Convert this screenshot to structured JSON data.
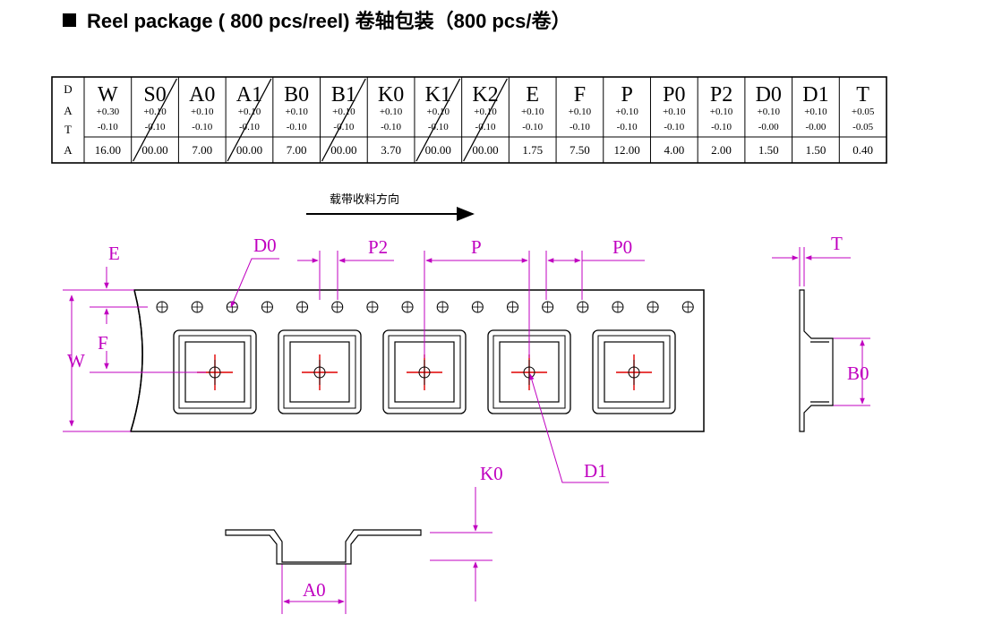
{
  "heading": "Reel package ( 800 pcs/reel)  卷轴包装（800 pcs/卷）",
  "table": {
    "side_label": [
      "D",
      "A",
      "T",
      "A"
    ],
    "columns": [
      {
        "name": "W",
        "tol_plus": "+0.30",
        "tol_minus": "-0.10",
        "value": "16.00",
        "crossed": false
      },
      {
        "name": "S0",
        "tol_plus": "+0.10",
        "tol_minus": "-0.10",
        "value": "00.00",
        "crossed": true
      },
      {
        "name": "A0",
        "tol_plus": "+0.10",
        "tol_minus": "-0.10",
        "value": "7.00",
        "crossed": false
      },
      {
        "name": "A1",
        "tol_plus": "+0.10",
        "tol_minus": "-0.10",
        "value": "00.00",
        "crossed": true
      },
      {
        "name": "B0",
        "tol_plus": "+0.10",
        "tol_minus": "-0.10",
        "value": "7.00",
        "crossed": false
      },
      {
        "name": "B1",
        "tol_plus": "+0.10",
        "tol_minus": "-0.10",
        "value": "00.00",
        "crossed": true
      },
      {
        "name": "K0",
        "tol_plus": "+0.10",
        "tol_minus": "-0.10",
        "value": "3.70",
        "crossed": false
      },
      {
        "name": "K1",
        "tol_plus": "+0.10",
        "tol_minus": "-0.10",
        "value": "00.00",
        "crossed": true
      },
      {
        "name": "K2",
        "tol_plus": "+0.10",
        "tol_minus": "-0.10",
        "value": "00.00",
        "crossed": true
      },
      {
        "name": "E",
        "tol_plus": "+0.10",
        "tol_minus": "-0.10",
        "value": "1.75",
        "crossed": false
      },
      {
        "name": "F",
        "tol_plus": "+0.10",
        "tol_minus": "-0.10",
        "value": "7.50",
        "crossed": false
      },
      {
        "name": "P",
        "tol_plus": "+0.10",
        "tol_minus": "-0.10",
        "value": "12.00",
        "crossed": false
      },
      {
        "name": "P0",
        "tol_plus": "+0.10",
        "tol_minus": "-0.10",
        "value": "4.00",
        "crossed": false
      },
      {
        "name": "P2",
        "tol_plus": "+0.10",
        "tol_minus": "-0.10",
        "value": "2.00",
        "crossed": false
      },
      {
        "name": "D0",
        "tol_plus": "+0.10",
        "tol_minus": "-0.00",
        "value": "1.50",
        "crossed": false
      },
      {
        "name": "D1",
        "tol_plus": "+0.10",
        "tol_minus": "-0.00",
        "value": "1.50",
        "crossed": false
      },
      {
        "name": "T",
        "tol_plus": "+0.05",
        "tol_minus": "-0.05",
        "value": "0.40",
        "crossed": false
      }
    ]
  },
  "direction_caption": "载带收料方向",
  "labels": {
    "E": "E",
    "D0": "D0",
    "P2": "P2",
    "P": "P",
    "P0": "P0",
    "F": "F",
    "W": "W",
    "D1": "D1",
    "K0": "K0",
    "A0": "A0",
    "T": "T",
    "B0": "B0"
  },
  "colors": {
    "dimension": "#c000c0",
    "centerline": "#e00000",
    "outline": "#000000"
  }
}
